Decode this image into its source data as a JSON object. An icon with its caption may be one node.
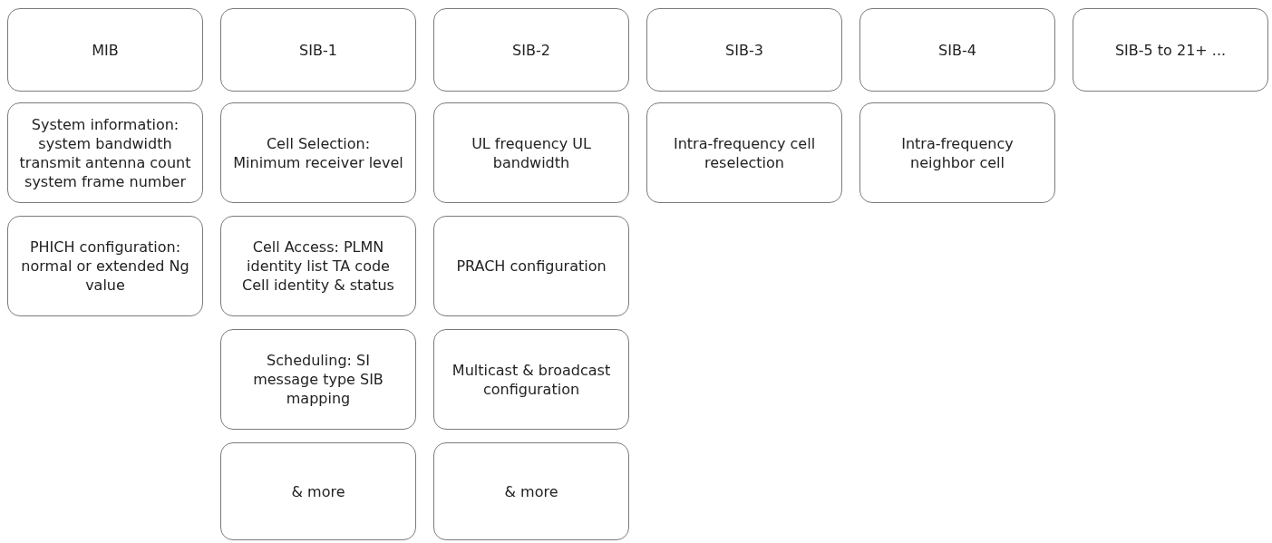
{
  "diagram": {
    "nodes": [
      {
        "text": [
          "MIB"
        ]
      },
      {
        "text": [
          "SIB-1"
        ]
      },
      {
        "text": [
          "SIB-2"
        ]
      },
      {
        "text": [
          "SIB-3"
        ]
      },
      {
        "text": [
          "SIB-4"
        ]
      },
      {
        "text": [
          "SIB-5 to 21+ ..."
        ]
      },
      {
        "text": [
          "System information: system bandwidth transmit antenna count system frame number"
        ]
      },
      {
        "text": [
          "Cell Selection: Minimum receiver level"
        ]
      },
      {
        "text": [
          "UL frequency UL bandwidth"
        ]
      },
      {
        "text": [
          "Intra-frequency cell reselection"
        ]
      },
      {
        "text": [
          "Intra-frequency neighbor cell"
        ]
      },
      {
        "text": [
          "PHICH configuration: normal or extended Ng value"
        ]
      },
      {
        "text": [
          "Cell Access: PLMN identity list TA code Cell identity & status"
        ]
      },
      {
        "text": [
          "PRACH configuration"
        ]
      },
      {
        "text": [
          "Scheduling: SI message type SIB mapping"
        ]
      },
      {
        "text": [
          "Multicast & broadcast configuration"
        ]
      },
      {
        "text": [
          "& more"
        ]
      },
      {
        "text": [
          "& more"
        ]
      }
    ]
  }
}
